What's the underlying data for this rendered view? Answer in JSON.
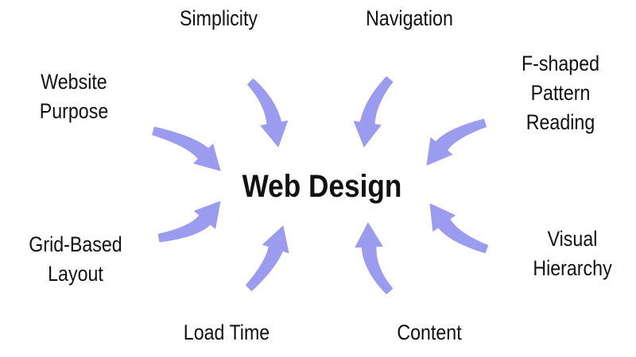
{
  "center": {
    "label": "Web Design"
  },
  "colors": {
    "arrow": "#9b9bef",
    "text": "#111111",
    "background": "#ffffff"
  },
  "topics": [
    {
      "id": "simplicity",
      "lines": [
        "Simplicity"
      ]
    },
    {
      "id": "navigation",
      "lines": [
        "Navigation"
      ]
    },
    {
      "id": "website-purpose",
      "lines": [
        "Website",
        "Purpose"
      ]
    },
    {
      "id": "f-shaped-pattern-reading",
      "lines": [
        "F-shaped",
        "Pattern",
        "Reading"
      ]
    },
    {
      "id": "grid-based-layout",
      "lines": [
        "Grid-Based",
        "Layout"
      ]
    },
    {
      "id": "visual-hierarchy",
      "lines": [
        "Visual",
        "Hierarchy"
      ]
    },
    {
      "id": "load-time",
      "lines": [
        "Load Time"
      ]
    },
    {
      "id": "content",
      "lines": [
        "Content"
      ]
    }
  ]
}
